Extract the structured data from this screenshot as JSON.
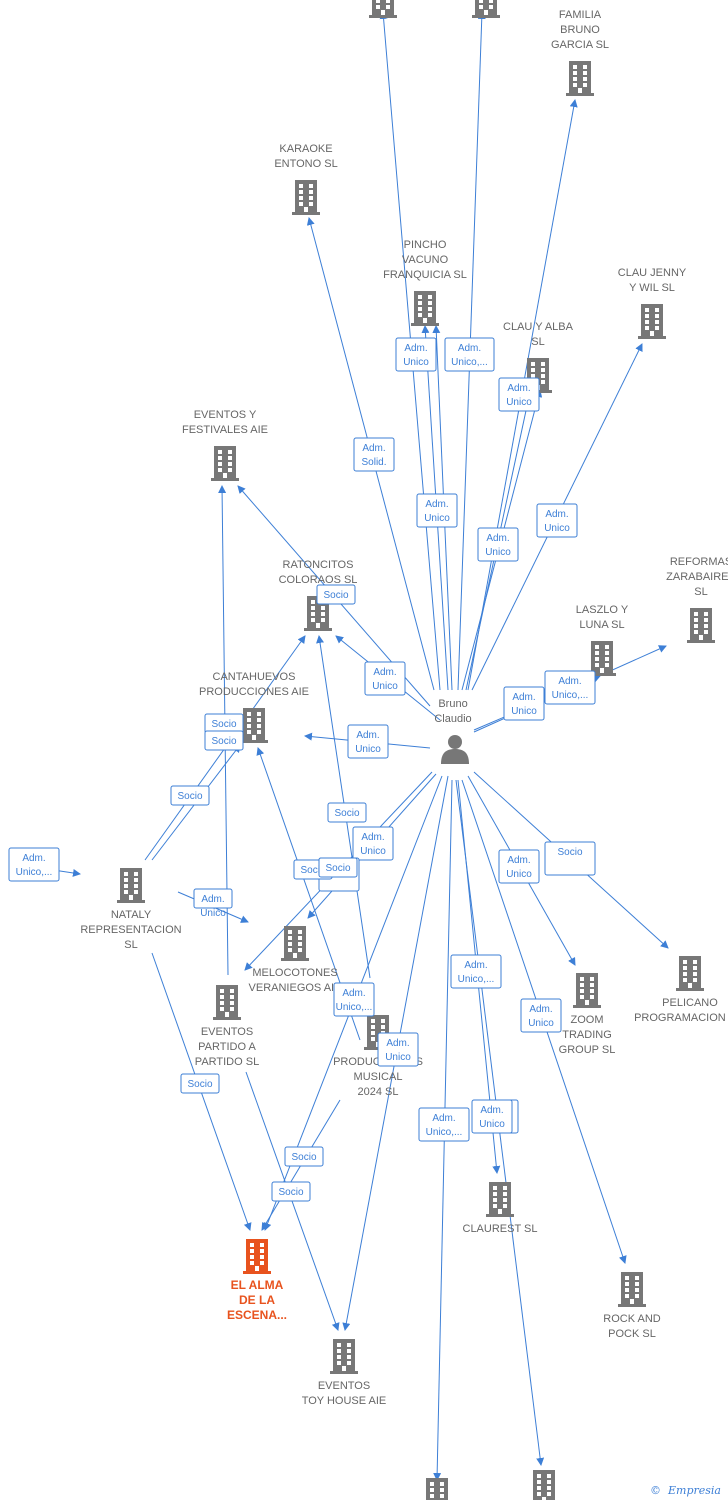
{
  "colors": {
    "edge": "#3d7fd6",
    "building": "#777777",
    "building_main": "#e8531e",
    "person": "#777777",
    "text": "#666666"
  },
  "center": {
    "label": [
      "Bruno",
      "Claudio"
    ],
    "icon": "person-icon"
  },
  "nodes": [
    {
      "id": "top1",
      "label": []
    },
    {
      "id": "top2",
      "label": []
    },
    {
      "id": "familia",
      "label": [
        "FAMILIA",
        "BRUNO",
        "GARCIA  SL"
      ]
    },
    {
      "id": "karaoke",
      "label": [
        "KARAOKE",
        "ENTONO  SL"
      ]
    },
    {
      "id": "pincho",
      "label": [
        "PINCHO",
        "VACUNO",
        "FRANQUICIA  SL"
      ]
    },
    {
      "id": "claujenny",
      "label": [
        "CLAU JENNY",
        "Y WIL  SL"
      ]
    },
    {
      "id": "claualba",
      "label": [
        "CLAU Y ALBA",
        "SL"
      ]
    },
    {
      "id": "eventosfest",
      "label": [
        "EVENTOS Y",
        "FESTIVALES  AIE"
      ]
    },
    {
      "id": "reformas",
      "label": [
        "REFORMAS",
        "ZARABAIRES",
        "SL"
      ]
    },
    {
      "id": "ratoncitos",
      "label": [
        "RATONCITOS",
        "COLORAOS  SL"
      ]
    },
    {
      "id": "laszlo",
      "label": [
        "LASZLO Y",
        "LUNA SL"
      ]
    },
    {
      "id": "cantahuevos",
      "label": [
        "CANTAHUEVOS",
        "PRODUCCIONES AIE"
      ]
    },
    {
      "id": "nataly",
      "label": [
        "NATALY",
        "REPRESENTACION",
        "SL"
      ]
    },
    {
      "id": "melocotones",
      "label": [
        "MELOCOTONES",
        "VERANIEGOS AIE"
      ]
    },
    {
      "id": "pelicano",
      "label": [
        "PELICANO",
        "PROGRAMACION AIE"
      ]
    },
    {
      "id": "zoom",
      "label": [
        "ZOOM",
        "TRADING",
        "GROUP SL"
      ]
    },
    {
      "id": "partido",
      "label": [
        "EVENTOS",
        "PARTIDO A",
        "PARTIDO  SL"
      ]
    },
    {
      "id": "musical",
      "label": [
        "PRODUCCIONES",
        "MUSICAL",
        "2024  SL"
      ]
    },
    {
      "id": "claurest",
      "label": [
        "CLAUREST  SL"
      ]
    },
    {
      "id": "alma",
      "label": [
        "EL ALMA",
        "DE LA",
        "ESCENA..."
      ],
      "main": true
    },
    {
      "id": "rock",
      "label": [
        "ROCK AND",
        "POCK SL"
      ]
    },
    {
      "id": "toyhouse",
      "label": [
        "EVENTOS",
        "TOY HOUSE AIE"
      ]
    },
    {
      "id": "bottom1",
      "label": []
    },
    {
      "id": "bottom2",
      "label": []
    }
  ],
  "edge_labels": [
    {
      "text": [
        "Adm.",
        "Unico"
      ]
    },
    {
      "text": [
        "Adm.",
        "Unico,..."
      ]
    },
    {
      "text": [
        "Adm.",
        "Unico"
      ]
    },
    {
      "text": [
        "Adm.",
        "Solid."
      ]
    },
    {
      "text": [
        "Adm.",
        "Unico"
      ]
    },
    {
      "text": [
        "Adm.",
        "Unico"
      ]
    },
    {
      "text": [
        "Adm.",
        "Unico"
      ]
    },
    {
      "text": [
        "Socio"
      ]
    },
    {
      "text": [
        "Adm.",
        "Unico"
      ]
    },
    {
      "text": [
        "Adm.",
        "Unico,..."
      ]
    },
    {
      "text": [
        "Adm.",
        "Unico"
      ]
    },
    {
      "text": [
        "Socio"
      ]
    },
    {
      "text": [
        "Socio"
      ]
    },
    {
      "text": [
        "Adm.",
        "Unico"
      ]
    },
    {
      "text": [
        "Socio"
      ]
    },
    {
      "text": [
        "Adm.",
        "Unico,..."
      ]
    },
    {
      "text": [
        "Socio"
      ]
    },
    {
      "text": [
        "Adm.",
        "Unico"
      ]
    },
    {
      "text": [
        "Socio"
      ]
    },
    {
      "text": [
        "Socio"
      ]
    },
    {
      "text": [
        "Adm.",
        "Unico"
      ]
    },
    {
      "text": [
        "Socio"
      ]
    },
    {
      "text": [
        "Adm.",
        "Unico"
      ]
    },
    {
      "text": [
        "Adm.",
        "Unico,..."
      ]
    },
    {
      "text": [
        "Adm.",
        "Unico,..."
      ]
    },
    {
      "text": [
        "Adm.",
        "Unico"
      ]
    },
    {
      "text": [
        "Adm.",
        "Unico"
      ]
    },
    {
      "text": [
        "Adm.",
        "Unico"
      ]
    },
    {
      "text": [
        "Socio"
      ]
    },
    {
      "text": [
        "Adm.",
        "Unico,..."
      ]
    },
    {
      "text": [
        "Adm.",
        "Unico"
      ]
    },
    {
      "text": [
        "Socio"
      ]
    },
    {
      "text": [
        "Socio"
      ]
    },
    {
      "text": [
        "Socio"
      ]
    }
  ],
  "brand": {
    "copyright": "©",
    "name": "Empresia"
  }
}
